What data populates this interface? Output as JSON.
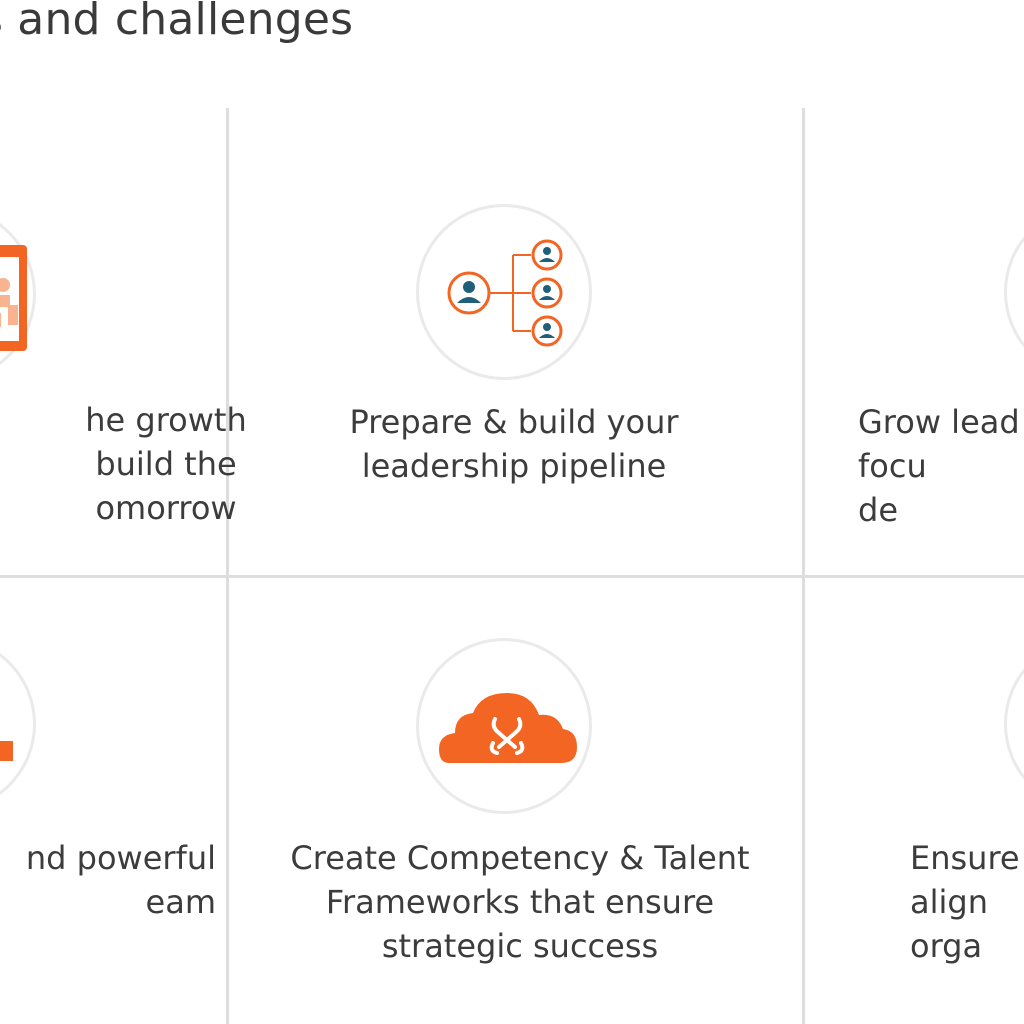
{
  "section": {
    "heading": "s and challenges"
  },
  "cards": [
    {
      "id": "growth",
      "text": "he growth\n build the\nomorrow",
      "icon": "leader-growth-icon"
    },
    {
      "id": "pipeline",
      "text": "Prepare & build your\nleadership pipeline",
      "icon": "leadership-pipeline-icon"
    },
    {
      "id": "grow-leaders",
      "text": "Grow lead\nfocu\nde",
      "icon": "grow-leaders-icon"
    },
    {
      "id": "team",
      "text": "nd powerful\neam",
      "icon": "powerful-team-icon"
    },
    {
      "id": "frameworks",
      "text": "Create Competency & Talent\nFrameworks that ensure\nstrategic success",
      "icon": "cloud-framework-icon"
    },
    {
      "id": "alignment",
      "text": "Ensure\nalign\norga",
      "icon": "alignment-icon"
    }
  ],
  "colors": {
    "accent": "#f26522",
    "teal": "#1f5f7a",
    "divider": "#dedede",
    "text": "#3c3c3c"
  }
}
